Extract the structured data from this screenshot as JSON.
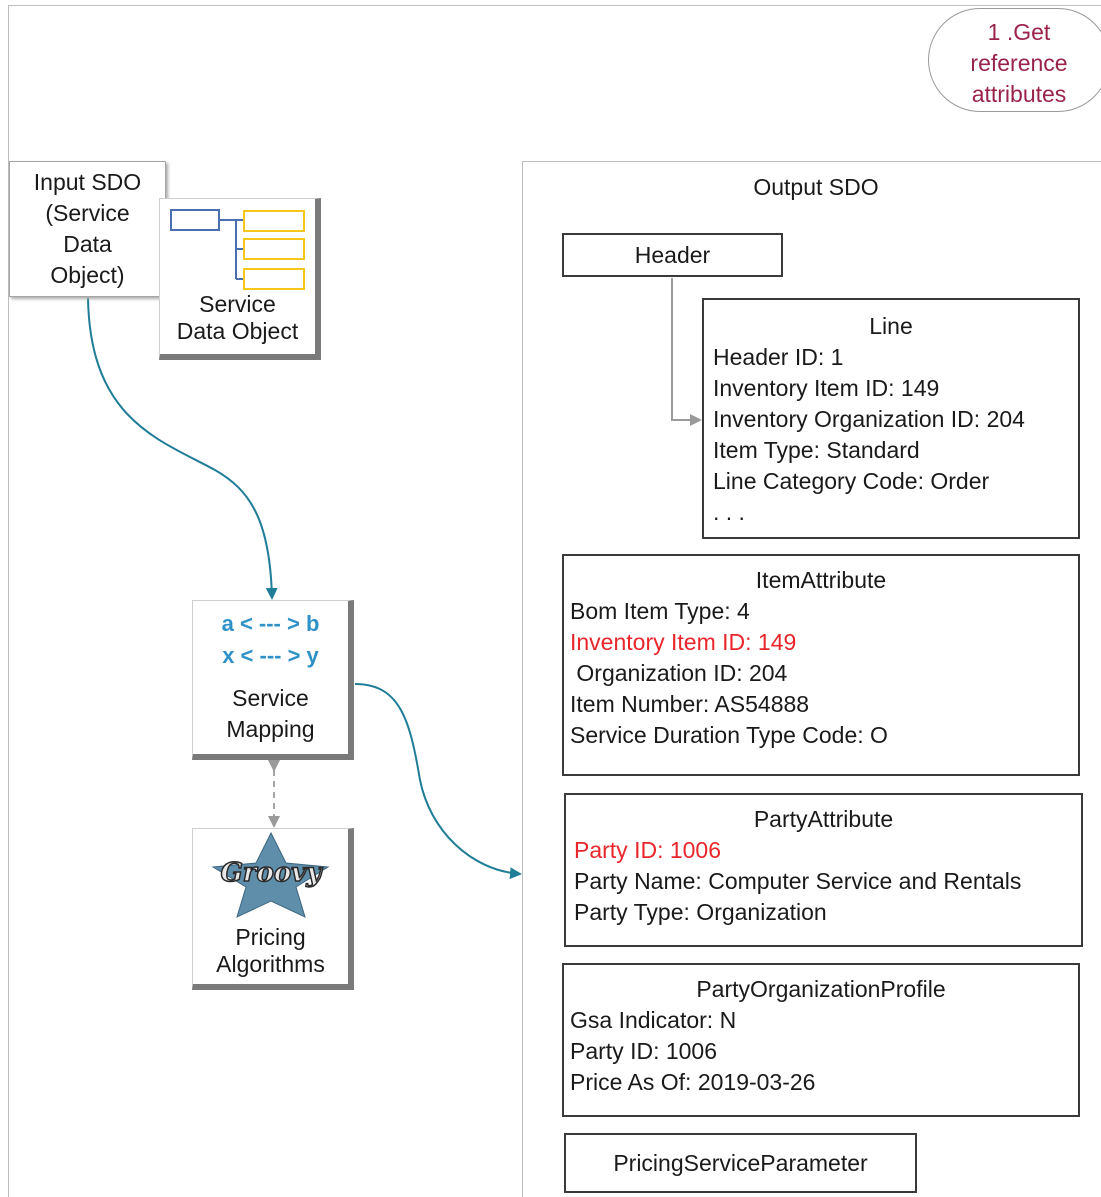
{
  "step": {
    "lines": [
      "1 .Get",
      "reference",
      "attributes"
    ]
  },
  "input_sdo": {
    "lines": [
      "Input SDO",
      "(Service",
      "Data",
      "Object)"
    ]
  },
  "service_data_object": {
    "lines": [
      "Service",
      "Data Object"
    ]
  },
  "service_mapping": {
    "map_rows": [
      "a < --- > b",
      "x < --- > y"
    ],
    "lines": [
      "Service",
      "Mapping"
    ]
  },
  "groovy": {
    "logo_text": "Groovy",
    "lines": [
      "Pricing",
      "Algorithms"
    ]
  },
  "output_sdo": {
    "title": "Output SDO",
    "header": "Header",
    "line": {
      "title": "Line",
      "fields": [
        "Header ID: 1",
        "Inventory  Item ID: 149",
        "Inventory  Organization  ID: 204",
        "Item Type: Standard",
        "Line Category Code: Order",
        ". . ."
      ]
    },
    "item_attribute": {
      "title": "ItemAttribute",
      "fields": [
        {
          "text": "Bom Item Type: 4",
          "highlight": false
        },
        {
          "text": "Inventory  Item ID: 149",
          "highlight": true
        },
        {
          "text": " Organization ID: 204",
          "highlight": false
        },
        {
          "text": "Item Number:  AS54888",
          "highlight": false
        },
        {
          "text": "Service  Duration  Type Code: O",
          "highlight": false
        }
      ]
    },
    "party_attribute": {
      "title": "PartyAttribute",
      "fields": [
        {
          "text": "Party ID: 1006",
          "highlight": true
        },
        {
          "text": "Party Name: Computer  Service  and Rentals",
          "highlight": false
        },
        {
          "text": "Party Type: Organization",
          "highlight": false
        }
      ]
    },
    "party_organization_profile": {
      "title": "PartyOrganizationProfile",
      "fields": [
        {
          "text": "Gsa Indicator:  N",
          "highlight": false
        },
        {
          "text": "Party ID: 1006",
          "highlight": false
        },
        {
          "text": "Price As Of: 2019-03-26",
          "highlight": false
        }
      ]
    },
    "pricing_service_parameter": "PricingServiceParameter"
  },
  "colors": {
    "flow_arrow": "#1f7d97",
    "highlight": "#e8262b",
    "step_text": "#9a2349",
    "mapping_text": "#2e92c8",
    "sdo_tree_node": "#f5c61b",
    "sdo_tree_root": "#4a6fb0"
  }
}
